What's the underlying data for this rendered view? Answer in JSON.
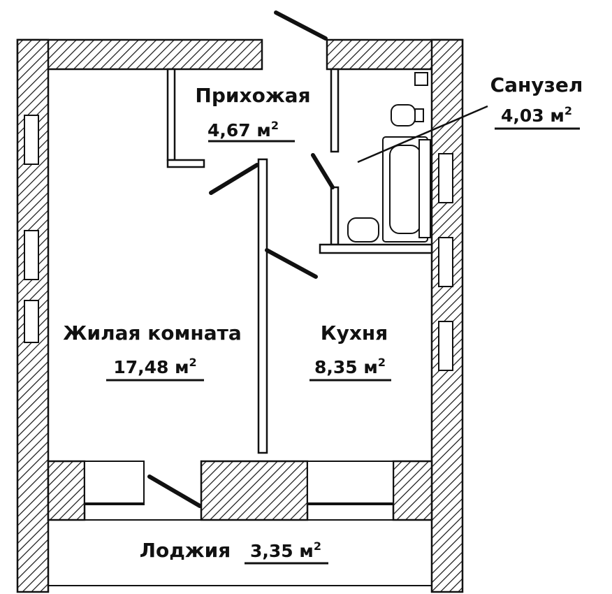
{
  "unit_label": "м",
  "unit_power": "2",
  "rooms": {
    "hallway": {
      "name": "Прихожая",
      "area": "4,67"
    },
    "bathroom": {
      "name": "Санузел",
      "area": "4,03"
    },
    "living": {
      "name": "Жилая комната",
      "area": "17,48"
    },
    "kitchen": {
      "name": "Кухня",
      "area": "8,35"
    },
    "loggia": {
      "name": "Лоджия",
      "area": "3,35"
    }
  },
  "colors": {
    "wall_line": "#111111",
    "background": "#ffffff"
  }
}
